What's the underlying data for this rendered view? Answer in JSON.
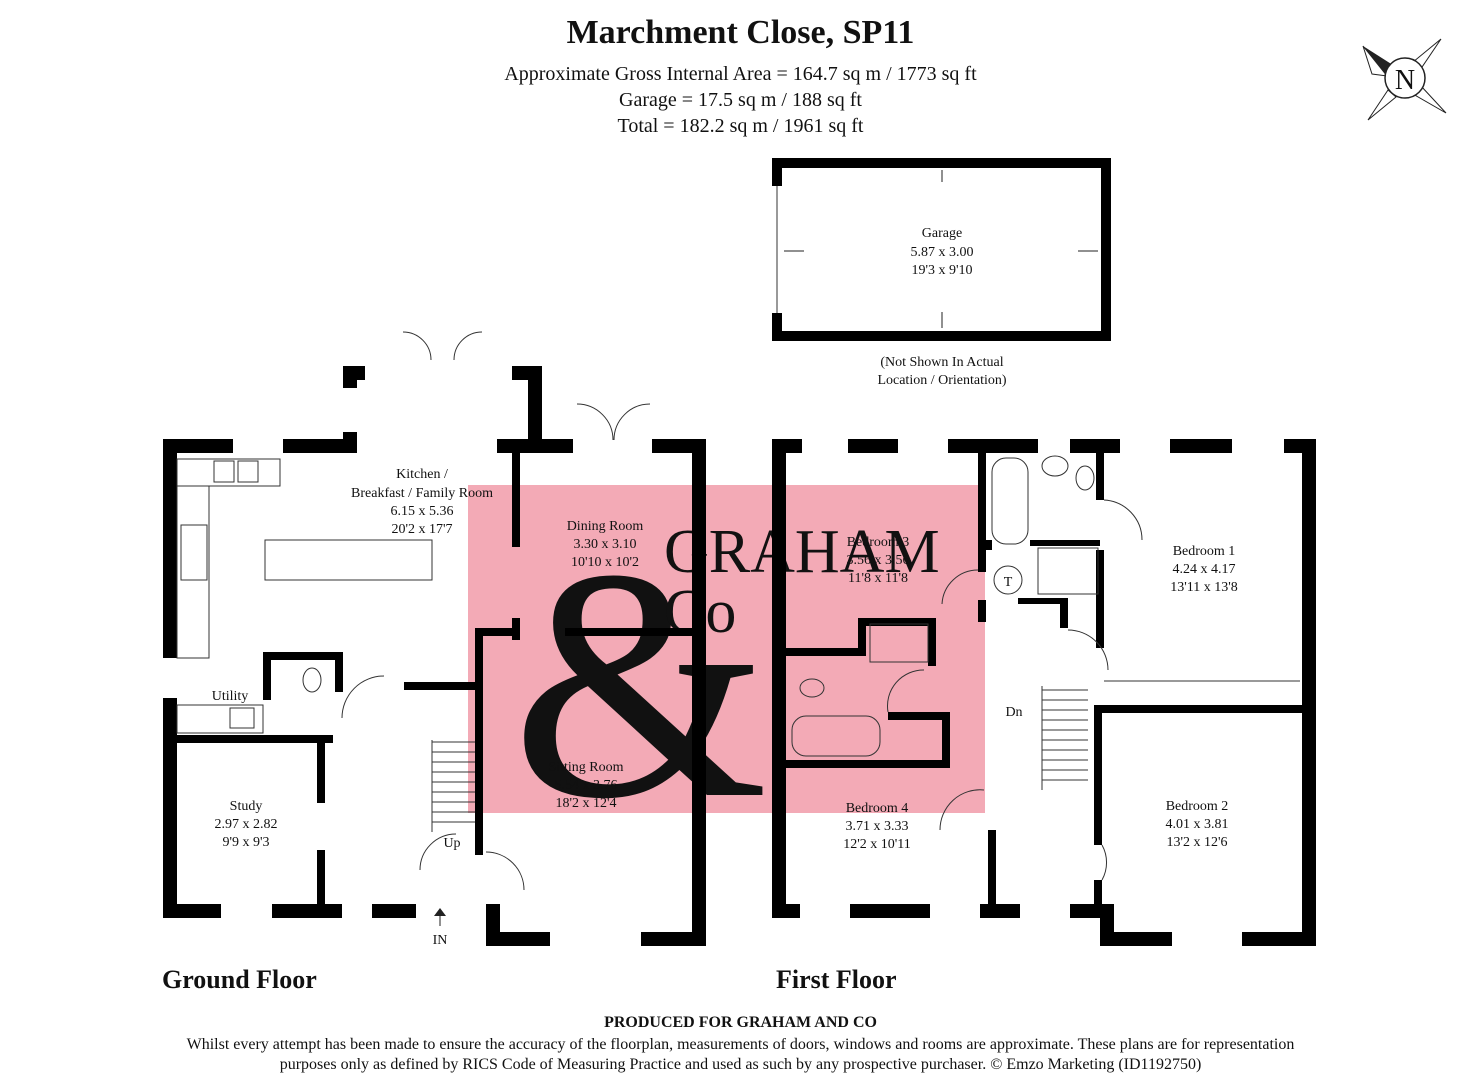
{
  "header": {
    "title": "Marchment Close, SP11",
    "area_lines": [
      "Approximate Gross Internal Area = 164.7 sq m / 1773 sq ft",
      "Garage = 17.5 sq m / 188 sq ft",
      "Total = 182.2 sq m / 1961 sq ft"
    ]
  },
  "compass": {
    "label": "N"
  },
  "garage": {
    "name": "Garage",
    "metric": "5.87 x 3.00",
    "imperial": "19'3 x 9'10",
    "note_line1": "(Not Shown In Actual",
    "note_line2": "Location / Orientation)"
  },
  "ground_floor": {
    "label": "Ground Floor",
    "rooms": {
      "kitchen": {
        "name_line1": "Kitchen /",
        "name_line2": "Breakfast / Family Room",
        "metric": "6.15 x 5.36",
        "imperial": "20'2 x 17'7"
      },
      "dining": {
        "name": "Dining Room",
        "metric": "3.30 x 3.10",
        "imperial": "10'10 x 10'2"
      },
      "sitting": {
        "name": "Sitting Room",
        "metric": "5.54 x 3.76",
        "imperial": "18'2 x 12'4"
      },
      "study": {
        "name": "Study",
        "metric": "2.97 x 2.82",
        "imperial": "9'9 x 9'3"
      },
      "utility": {
        "name": "Utility"
      }
    },
    "stairs_label": "Up",
    "entrance_label": "IN"
  },
  "first_floor": {
    "label": "First Floor",
    "rooms": {
      "bedroom1": {
        "name": "Bedroom 1",
        "metric": "4.24 x 4.17",
        "imperial": "13'11 x 13'8"
      },
      "bedroom2": {
        "name": "Bedroom 2",
        "metric": "4.01 x 3.81",
        "imperial": "13'2 x 12'6"
      },
      "bedroom3": {
        "name": "Bedroom 3",
        "metric": "3.56 x 3.56",
        "imperial": "11'8 x 11'8"
      },
      "bedroom4": {
        "name": "Bedroom 4",
        "metric": "3.71 x 3.33",
        "imperial": "12'2 x 10'11"
      }
    },
    "stairs_label": "Dn",
    "cupboard_label": "T"
  },
  "watermark": {
    "line1": "GRAHAM",
    "line2": "Co",
    "symbol": "&"
  },
  "footer": {
    "produced": "PRODUCED FOR GRAHAM AND CO",
    "disclaimer_line1": "Whilst every attempt has been made to ensure the accuracy of the floorplan, measurements of doors, windows and rooms are approximate. These plans are for representation",
    "disclaimer_line2": "purposes only as defined by RICS Code of Measuring Practice and used as such by any prospective purchaser. © Emzo Marketing (ID1192750)"
  },
  "colors": {
    "wall": "#000000",
    "watermark_bg": "#f3aab6",
    "watermark_glyph": "#fbf3c2"
  }
}
